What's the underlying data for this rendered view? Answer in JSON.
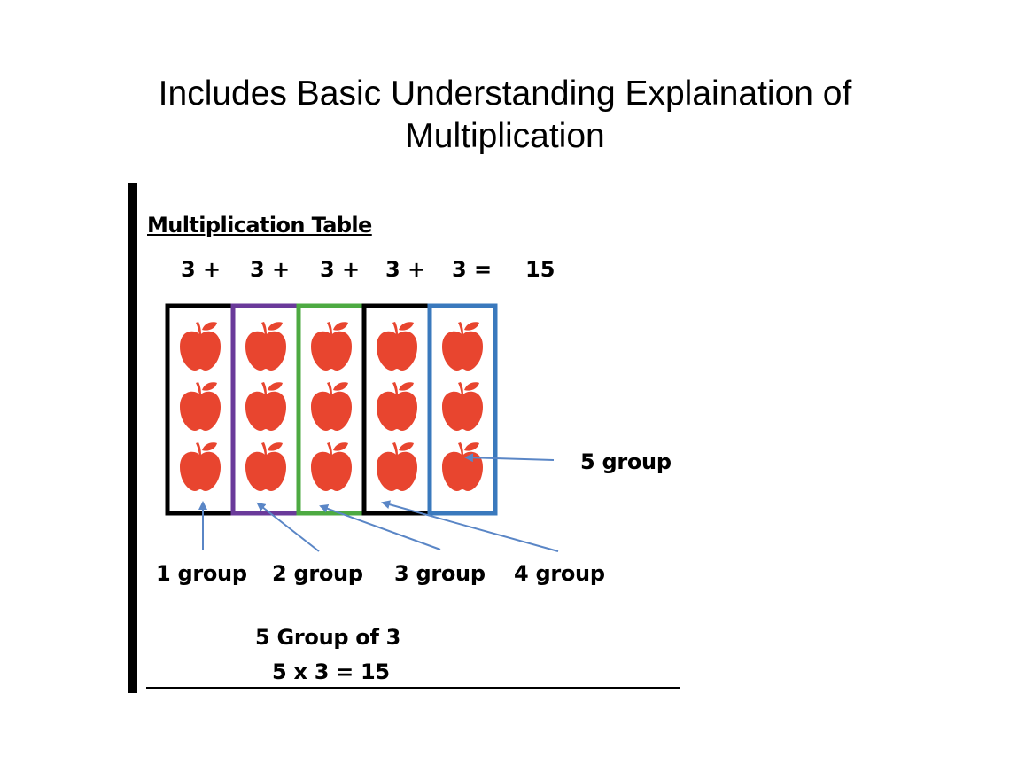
{
  "title": {
    "line1": "Includes Basic Understanding Explaination of",
    "line2": "Multiplication"
  },
  "table_heading": "Multiplication Table",
  "addition_terms": [
    "3 +",
    "3 +",
    "3 +",
    "3 +",
    "3 =",
    "15"
  ],
  "group_labels": [
    "1 group",
    "2 group",
    "3 group",
    "4 group",
    "5 group"
  ],
  "groups": [
    {
      "count": 3,
      "border_color": "#000000"
    },
    {
      "count": 3,
      "border_color": "#6a3a9a"
    },
    {
      "count": 3,
      "border_color": "#4daa42"
    },
    {
      "count": 3,
      "border_color": "#000000"
    },
    {
      "count": 3,
      "border_color": "#3a79bd"
    }
  ],
  "summary": {
    "line1": "5 Group of 3",
    "line2": "5 x 3 = 15"
  },
  "colors": {
    "apple": "#e8452f",
    "arrow": "#5a86c6"
  },
  "icon": "apple-icon"
}
